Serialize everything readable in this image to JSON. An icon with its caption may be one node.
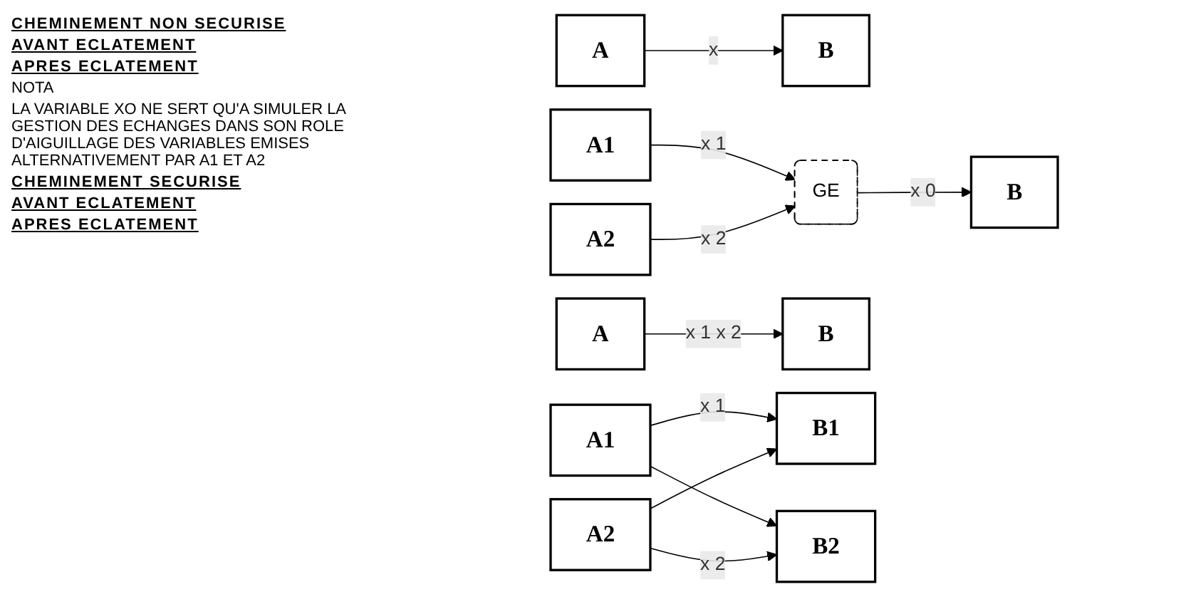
{
  "diagram": {
    "nodes": [
      {
        "text": [
          "A"
        ]
      },
      {
        "text": [
          "B"
        ]
      },
      {
        "text": [
          "A1"
        ]
      },
      {
        "text": [
          "A2"
        ]
      },
      {
        "text": [
          "GE"
        ]
      },
      {
        "text": [
          "B"
        ]
      },
      {
        "text": [
          "A"
        ]
      },
      {
        "text": [
          "B"
        ]
      },
      {
        "text": [
          "A1"
        ]
      },
      {
        "text": [
          "A2"
        ]
      },
      {
        "text": [
          "B1"
        ]
      },
      {
        "text": [
          "B2"
        ]
      }
    ],
    "edges": [
      {
        "from": 0,
        "to": 1,
        "arrow": "to",
        "label": "x"
      },
      {
        "from": 2,
        "to": 4,
        "arrow": "to",
        "label": "x 1"
      },
      {
        "from": 3,
        "to": 4,
        "arrow": "to",
        "label": "x 2"
      },
      {
        "from": 4,
        "to": 5,
        "arrow": "to",
        "label": "x 0"
      },
      {
        "from": 6,
        "to": 7,
        "arrow": "to",
        "label": "x 1 x 2"
      },
      {
        "from": 8,
        "to": 10,
        "arrow": "to",
        "label": "x 1"
      },
      {
        "from": 8,
        "to": 11,
        "arrow": "to"
      },
      {
        "from": 9,
        "to": 10,
        "arrow": "to"
      },
      {
        "from": 9,
        "to": 11,
        "arrow": "to",
        "label": "x 2"
      }
    ],
    "labels": [
      "CHEMINEMENT NON SECURISE",
      "AVANT ECLATEMENT",
      "APRES ECLATEMENT",
      "NOTA",
      "LA VARIABLE XO NE SERT QU'A SIMULER LA GESTION DES ECHANGES DANS SON ROLE D'AIGUILLAGE DES VARIABLES EMISES ALTERNATIVEMENT PAR A1 ET A2",
      "CHEMINEMENT SECURISE",
      "AVANT ECLATEMENT",
      "APRES ECLATEMENT"
    ]
  }
}
